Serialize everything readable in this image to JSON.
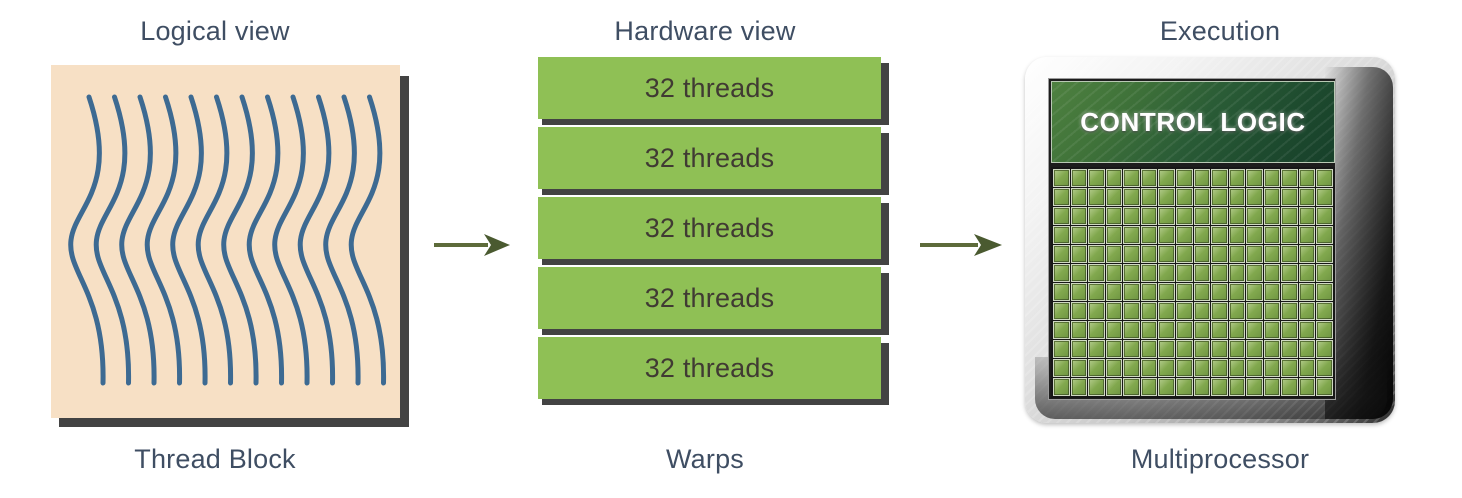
{
  "diagram": {
    "title": "CUDA thread block to warps to multiprocessor execution",
    "colors": {
      "caption_text": "#3f4e63",
      "thread_block_fill": "#f7e0c5",
      "thread_line": "#3d6a92",
      "shadow": "#434343",
      "warp_fill": "#8fc055",
      "warp_text": "#403a33",
      "arrow": "#5d6b3a",
      "control_logic_fill": "#2a5c36",
      "core_fill": "#7fa64c",
      "chip_frame": "#dedede",
      "die_background": "#1d1d1d"
    }
  },
  "panels": {
    "logical": {
      "title": "Logical view",
      "footer": "Thread Block",
      "thread_line_count": 12
    },
    "hardware": {
      "title": "Hardware view",
      "footer": "Warps",
      "warps": [
        {
          "label": "32 threads"
        },
        {
          "label": "32 threads"
        },
        {
          "label": "32 threads"
        },
        {
          "label": "32 threads"
        },
        {
          "label": "32 threads"
        }
      ]
    },
    "execution": {
      "title": "Execution",
      "footer": "Multiprocessor",
      "control_logic_label": "CONTROL LOGIC",
      "core_grid": {
        "columns": 16,
        "rows": 12,
        "total": 192
      }
    }
  },
  "arrows": [
    {
      "name": "arrow-logical-to-hardware",
      "direction": "right"
    },
    {
      "name": "arrow-hardware-to-execution",
      "direction": "right"
    }
  ]
}
